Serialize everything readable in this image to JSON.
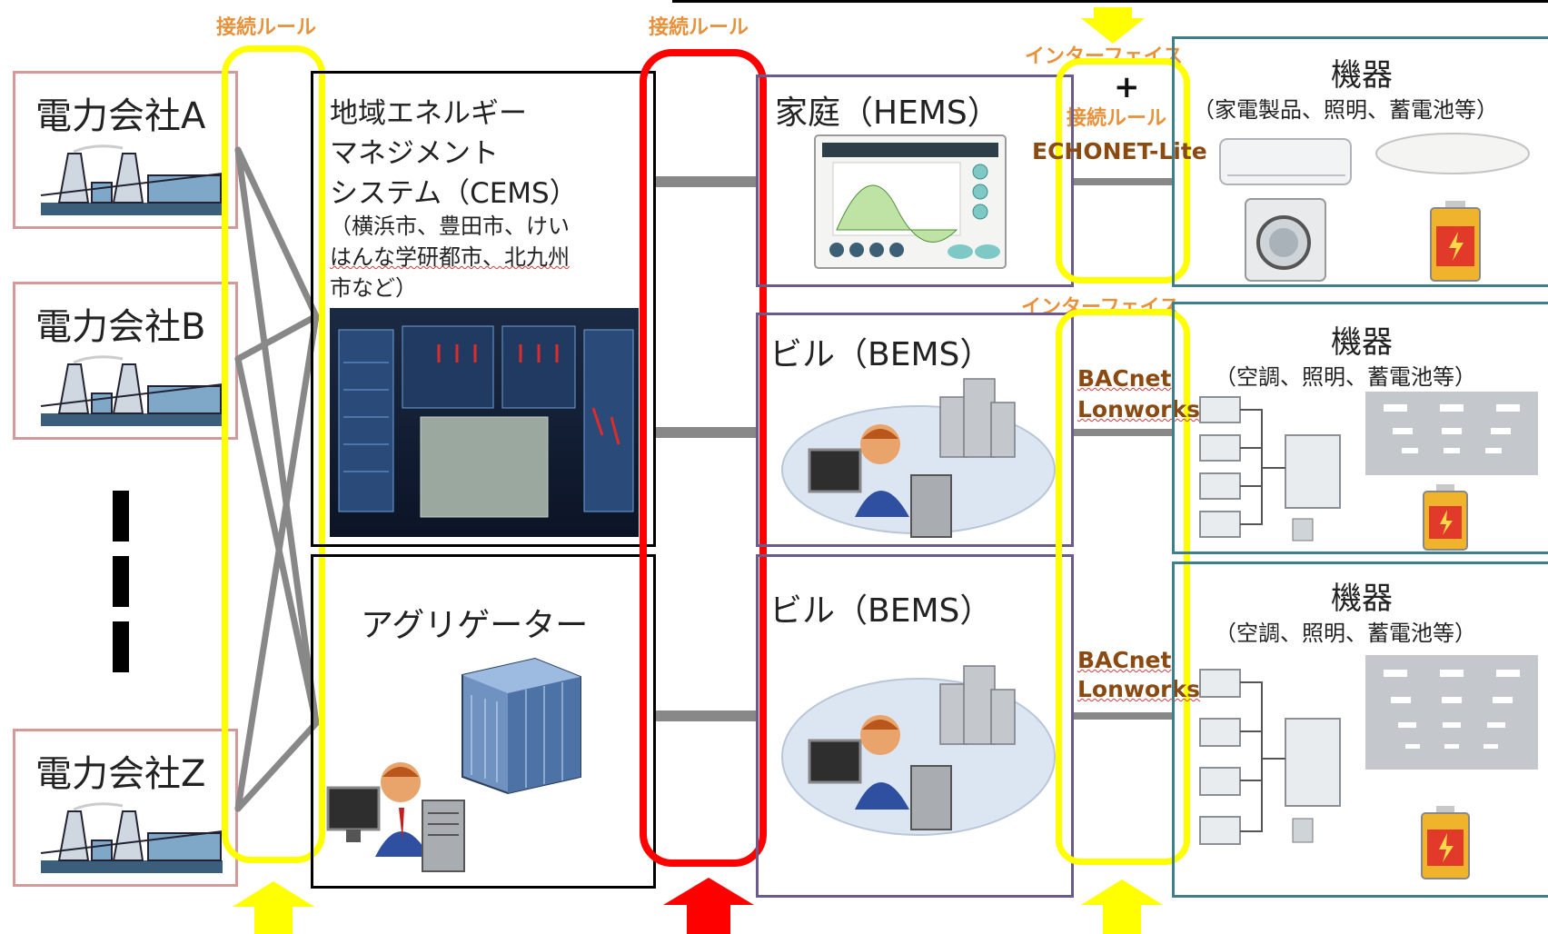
{
  "top_labels": {
    "rule_left": "接続ルール",
    "rule_center": "接続ルール",
    "interface_top": "インターフェイス",
    "plus": "+",
    "rule_right": "接続ルール",
    "interface_mid": "インターフェイス"
  },
  "utilities": [
    {
      "label": "電力会社A"
    },
    {
      "label": "電力会社B"
    },
    {
      "label": "電力会社Z"
    }
  ],
  "cems": {
    "title_l1": "地域エネルギー",
    "title_l2": "マネジメント",
    "title_l3": "システム（CEMS）",
    "note_l1": "（横浜市、豊田市、けい",
    "note_l2": "はんな学研都市、北九州",
    "note_l3": "市など）"
  },
  "aggregator": {
    "label": "アグリゲーター"
  },
  "ems": [
    {
      "label": "家庭（HEMS）"
    },
    {
      "label": "ビル（BEMS）"
    },
    {
      "label": "ビル（BEMS）"
    }
  ],
  "protocols": {
    "echonet": "ECHONET-Lite",
    "bacnet_1": "BACnet",
    "lonworks_1": "Lonworks",
    "bacnet_2": "BACnet",
    "lonworks_2": "Lonworks"
  },
  "devices": [
    {
      "title": "機器",
      "subtitle": "（家電製品、照明、蓄電池等）"
    },
    {
      "title": "機器",
      "subtitle": "（空調、照明、蓄電池等）"
    },
    {
      "title": "機器",
      "subtitle": "（空調、照明、蓄電池等）"
    }
  ],
  "colors": {
    "utility_border": "#d49a9a",
    "rule_ellipse": "#ffff00",
    "center_ellipse": "#ff0000",
    "ems_border": "#6b5a8c",
    "device_border": "#3f7f8c",
    "connector": "#888888",
    "label_orange": "#e8913a"
  }
}
